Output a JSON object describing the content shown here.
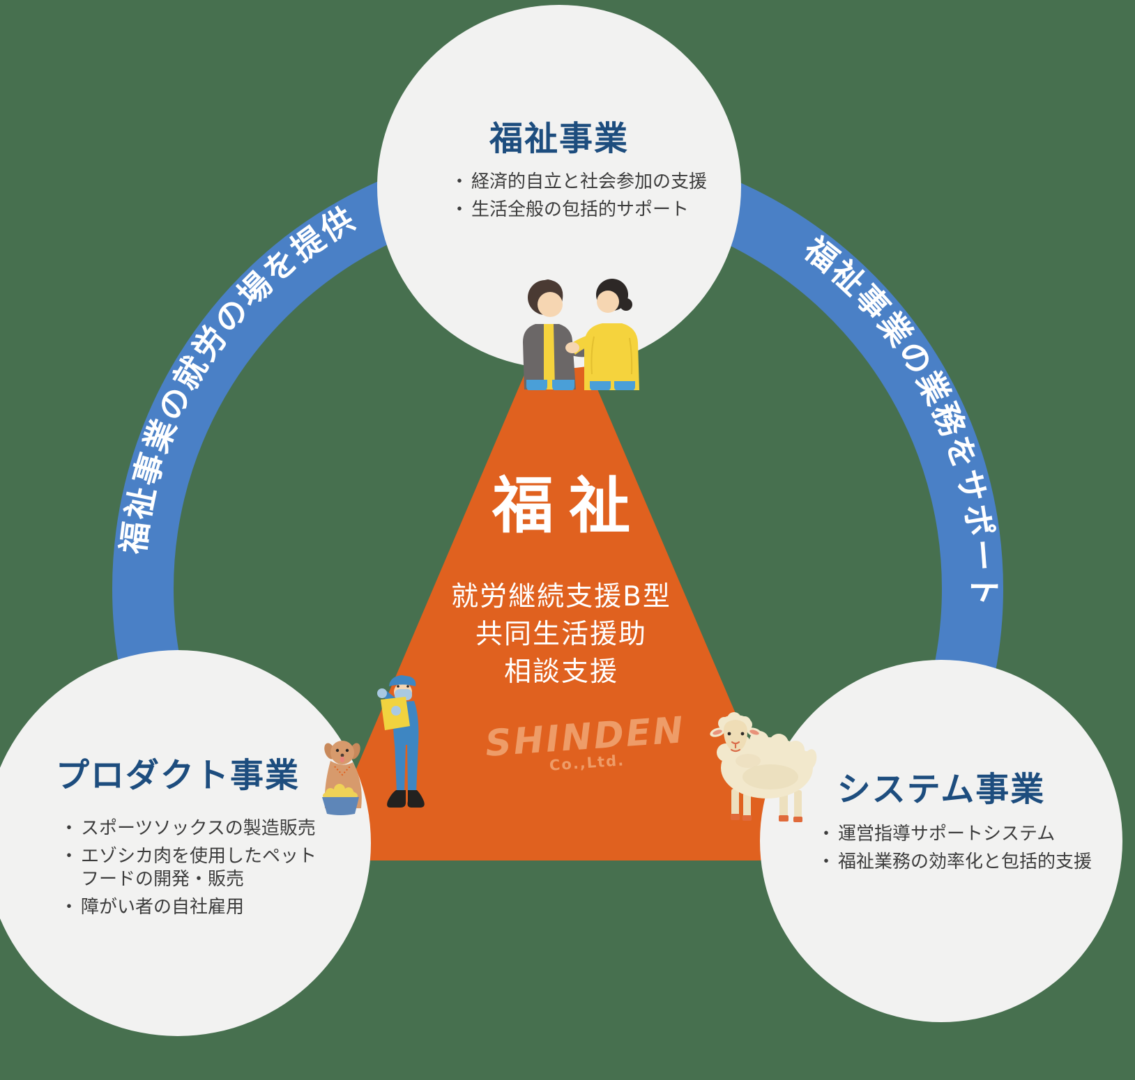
{
  "bullet_char": "・",
  "colors": {
    "background": "#47704F",
    "ring_blue": "#4A80C6",
    "triangle_orange": "#E0611F",
    "circle_gray": "#F2F2F1",
    "title_navy": "#1D4D7E",
    "body_text": "#3C3C3C",
    "logo_tint": "#EE9C68",
    "arc_text": "#FFFFFF"
  },
  "arcs": {
    "left_label": "福祉事業の就労の場を提供",
    "right_label": "福祉事業の業務をサポート"
  },
  "center": {
    "heading": "福祉",
    "services": [
      "就労継続支援B型",
      "共同生活援助",
      "相談支援"
    ],
    "logo_name": "SHINDEN",
    "logo_suffix": "Co.,Ltd."
  },
  "circles": {
    "welfare": {
      "title": "福祉事業",
      "bullets": [
        "経済的自立と社会参加の支援",
        "生活全般の包括的サポート"
      ]
    },
    "product": {
      "title": "プロダクト事業",
      "bullets": [
        "スポーツソックスの製造販売",
        "エゾシカ肉を使用したペットフードの開発・販売",
        "障がい者の自社雇用"
      ]
    },
    "system": {
      "title": "システム事業",
      "bullets": [
        "運営指導サポートシステム",
        "福祉業務の効率化と包括的支援"
      ]
    }
  },
  "illustrations": {
    "people": "handshake-people",
    "worker": "worker-with-clipboard",
    "dog": "dog-with-food-bowl",
    "sheep": "sheep"
  }
}
